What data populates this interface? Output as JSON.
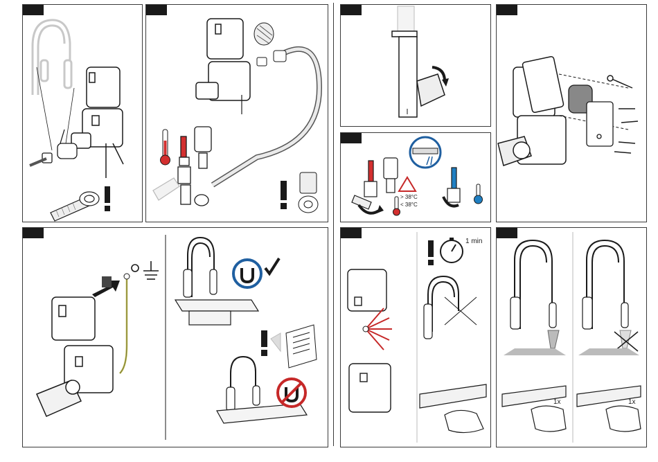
{
  "pages": [
    {
      "id": "left-page"
    },
    {
      "id": "right-page"
    }
  ],
  "panels": [
    {
      "id": "step-1",
      "subject": "connection-hose-and-filter"
    },
    {
      "id": "step-2",
      "subject": "hot-cold-supply-connection"
    },
    {
      "id": "step-3",
      "subject": "spout-rotation"
    },
    {
      "id": "step-4",
      "subject": "battery-box-mounting"
    },
    {
      "id": "step-5",
      "subject": "hot-water-temperature-check"
    },
    {
      "id": "step-6",
      "subject": "grounding-and-magnet"
    },
    {
      "id": "step-7",
      "subject": "sensor-calibration"
    },
    {
      "id": "step-8",
      "subject": "spray-test"
    }
  ],
  "labels": {
    "temp_high": "> 38°C",
    "temp_low": "< 38°C",
    "wait_time": "1 min",
    "press_once_left": "1x",
    "press_once_right": "1x"
  },
  "icons": {
    "warning": "exclamation-icon",
    "ok": "checkmark-icon",
    "magnet": "magnet-icon",
    "no_magnet": "no-magnet-icon",
    "ground": "ground-symbol-icon",
    "clock": "stopwatch-icon",
    "hot_water_warning": "hot-water-warning-icon"
  },
  "colors": {
    "hot": "#d32f2f",
    "cold": "#1f7fc2",
    "ground_wire": "#b8b63a",
    "outline": "#1a1a1a",
    "tab": "#1a1a1a"
  }
}
